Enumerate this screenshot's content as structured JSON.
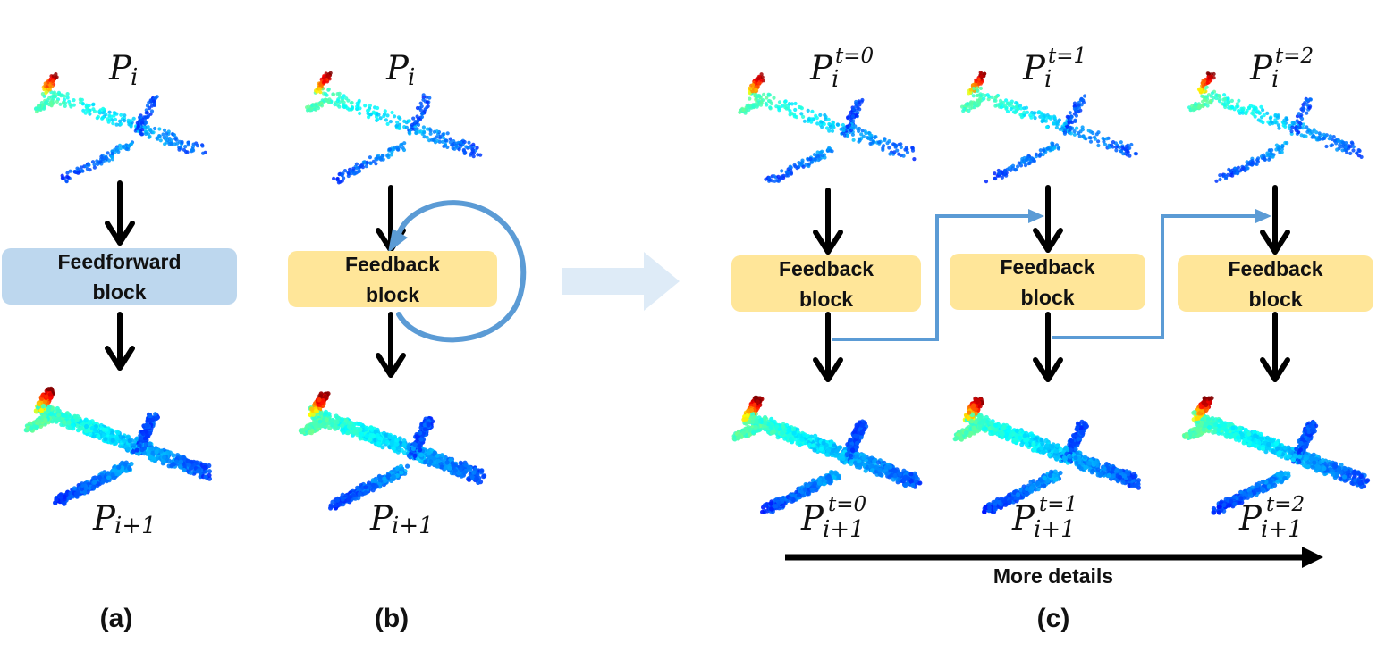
{
  "colors": {
    "feedforward_fill": "#BDD7EE",
    "feedback_fill": "#FFE699",
    "loop_arrow": "#5B9BD5",
    "transition_arrow": "#DEEBF7",
    "arrow_black": "#000000"
  },
  "panel_a": {
    "label": "(a)",
    "block_line1": "Feedforward",
    "block_line2": "block",
    "input": {
      "base": "P",
      "sub": "i"
    },
    "output": {
      "base": "P",
      "sub": "i+1"
    }
  },
  "panel_b": {
    "label": "(b)",
    "block_line1": "Feedback",
    "block_line2": "block",
    "input": {
      "base": "P",
      "sub": "i"
    },
    "output": {
      "base": "P",
      "sub": "i+1"
    }
  },
  "panel_c": {
    "label": "(c)",
    "timeline_label": "More details",
    "steps": [
      {
        "block_line1": "Feedback",
        "block_line2": "block",
        "input": {
          "base": "P",
          "sub": "i",
          "sup": "t=0"
        },
        "output": {
          "base": "P",
          "sub": "i+1",
          "sup": "t=0"
        }
      },
      {
        "block_line1": "Feedback",
        "block_line2": "block",
        "input": {
          "base": "P",
          "sub": "i",
          "sup": "t=1"
        },
        "output": {
          "base": "P",
          "sub": "i+1",
          "sup": "t=1"
        }
      },
      {
        "block_line1": "Feedback",
        "block_line2": "block",
        "input": {
          "base": "P",
          "sub": "i",
          "sup": "t=2"
        },
        "output": {
          "base": "P",
          "sub": "i+1",
          "sup": "t=2"
        }
      }
    ]
  },
  "icons": {
    "sparse_cloud": "sparse-airplane-point-cloud-icon",
    "dense_cloud": "dense-airplane-point-cloud-icon"
  }
}
